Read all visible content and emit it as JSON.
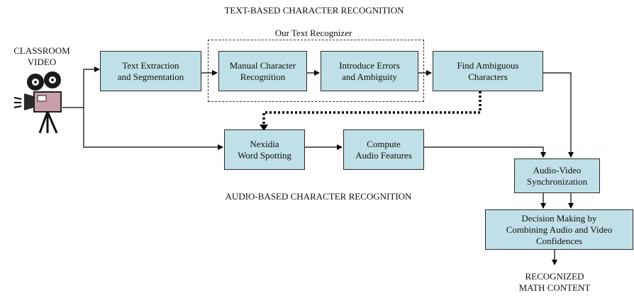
{
  "titles": {
    "text_recognition": "TEXT-BASED CHARACTER RECOGNITION",
    "audio_recognition": "AUDIO-BASED CHARACTER RECOGNITION",
    "our_text_recognizer": "Our Text Recognizer"
  },
  "input": {
    "label": "CLASSROOM\nVIDEO",
    "icon": "video-camera-icon"
  },
  "boxes": {
    "text_extraction": "Text Extraction\nand Segmentation",
    "manual_recognition": "Manual Character\nRecognition",
    "introduce_errors": "Introduce Errors\nand Ambiguity",
    "find_ambiguous": "Find Ambiguous\nCharacters",
    "nexidia": "Nexidia\nWord Spotting",
    "compute_audio": "Compute\nAudio Features",
    "synchronization": "Audio-Video\nSynchronization",
    "decision": "Decision Making by\nCombining Audio and Video\nConfidences"
  },
  "output": {
    "label": "RECOGNIZED\nMATH  CONTENT"
  },
  "colors": {
    "box_fill": "#bfe0e6",
    "border": "#2a2a2a",
    "camera_body": "#c9a0a8"
  }
}
